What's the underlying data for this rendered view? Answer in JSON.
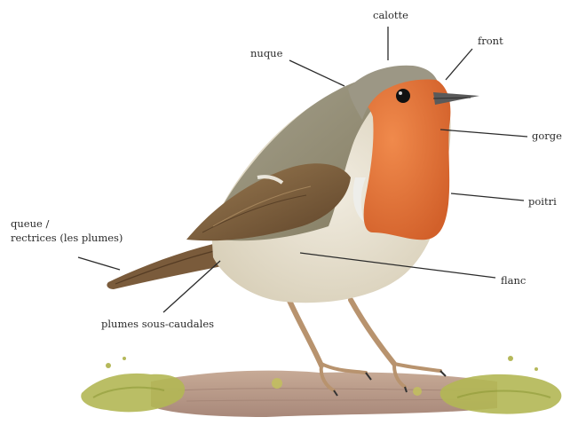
{
  "labels": {
    "calotte": "calotte",
    "front": "front",
    "nuque": "nuque",
    "gorge": "gorge",
    "poitri": "poitri",
    "queue_line1": "queue /",
    "queue_line2": "rectrices (les plumes)",
    "flanc": "flanc",
    "plumes_sous_caudales": "plumes sous-caudales"
  },
  "colors": {
    "breast_orange": "#e0733a",
    "back_olive": "#8f8a6e",
    "wing_brown": "#7a5a3a",
    "belly_cream": "#e9e2cf",
    "branch_brown": "#b99a86",
    "moss_green": "#a9b34a"
  }
}
